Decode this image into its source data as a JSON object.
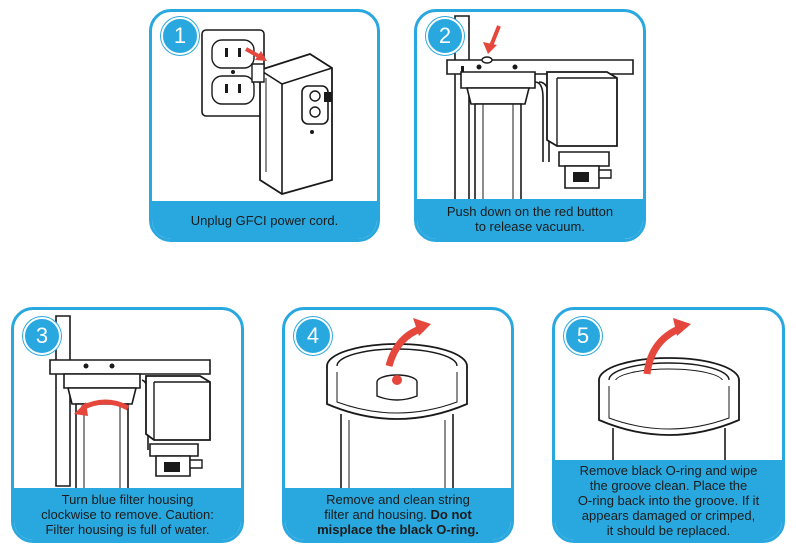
{
  "steps": [
    {
      "number": "1",
      "caption": "Unplug GFCI power cord."
    },
    {
      "number": "2",
      "caption_line1": "Push down on the red button",
      "caption_line2": "to release vacuum."
    },
    {
      "number": "3",
      "caption_line1": "Turn blue filter housing",
      "caption_line2": "clockwise to remove. Caution:",
      "caption_line3": "Filter housing is full of water."
    },
    {
      "number": "4",
      "caption_line1": "Remove and clean string",
      "caption_line2_plain": "filter and housing. ",
      "caption_line2_bold": "Do not",
      "caption_line3_bold": "misplace the black O-ring."
    },
    {
      "number": "5",
      "caption_line1": "Remove black O-ring and wipe",
      "caption_line2": "the groove clean. Place the",
      "caption_line3": "O-ring back into the groove. If it",
      "caption_line4": "appears damaged or crimped,",
      "caption_line5": "it should be replaced."
    }
  ],
  "colors": {
    "accent": "#29a8df",
    "arrow": "#e5473c",
    "line": "#1a1a1a"
  }
}
